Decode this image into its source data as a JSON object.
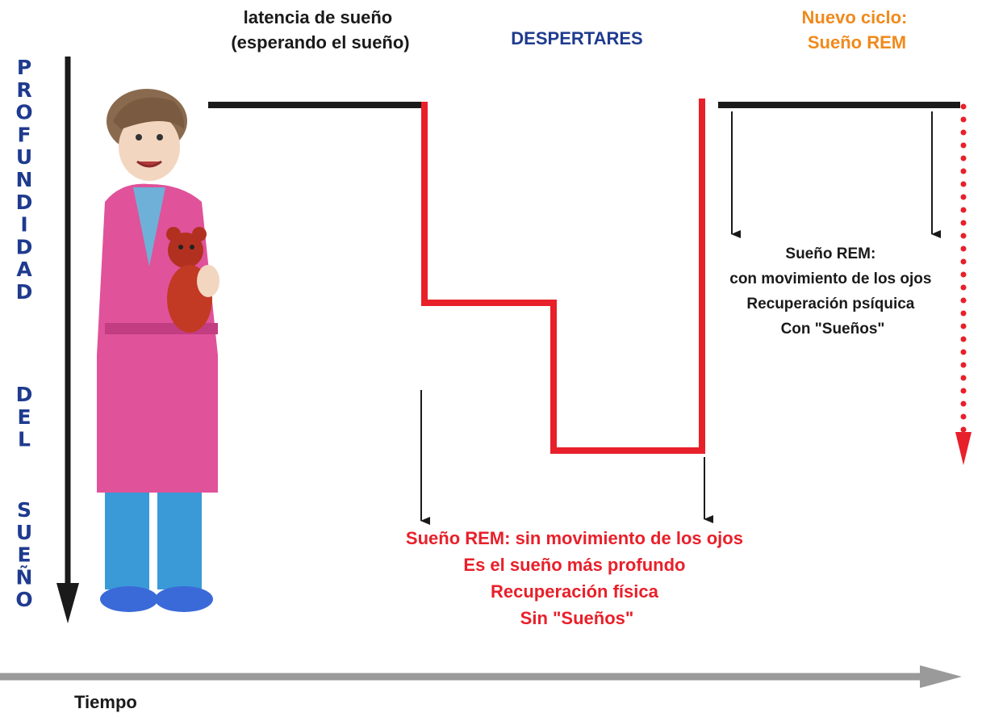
{
  "diagram": {
    "vertical_axis_label": "PROFUNDIDAD DEL SUEÑO",
    "vertical_axis_letters_1": [
      "P",
      "R",
      "O",
      "F",
      "U",
      "N",
      "D",
      "I",
      "D",
      "A",
      "D"
    ],
    "vertical_axis_letters_2": [
      "D",
      "E",
      "L"
    ],
    "vertical_axis_letters_3": [
      "S",
      "U",
      "E",
      "Ñ",
      "O"
    ],
    "time_label": "Tiempo",
    "latency_label_line1": "latencia de sueño",
    "latency_label_line2": "(esperando el sueño)",
    "awakenings_label": "DESPERTARES",
    "new_cycle_line1": "Nuevo ciclo:",
    "new_cycle_line2": "Sueño REM",
    "rem_notes": [
      "Sueño REM:",
      "con movimiento de los ojos",
      "Recuperación psíquica",
      "Con \"Sueños\""
    ],
    "nrem_notes": [
      "Sueño REM: sin movimiento de los ojos",
      "Es el sueño más profundo",
      "Recuperación física",
      "Sin \"Sueños\""
    ]
  },
  "colors": {
    "axis": "#1a1a1a",
    "axis_letters": "#1f3b8f",
    "awakenings": "#1f3b8f",
    "new_cycle": "#f08a1c",
    "deep_sleep": "#e8202a",
    "time_arrow": "#9a9a9a",
    "text": "#1a1a1a"
  },
  "illustration": {
    "subject": "child-in-pink-bathrobe-holding-teddy-bear"
  }
}
